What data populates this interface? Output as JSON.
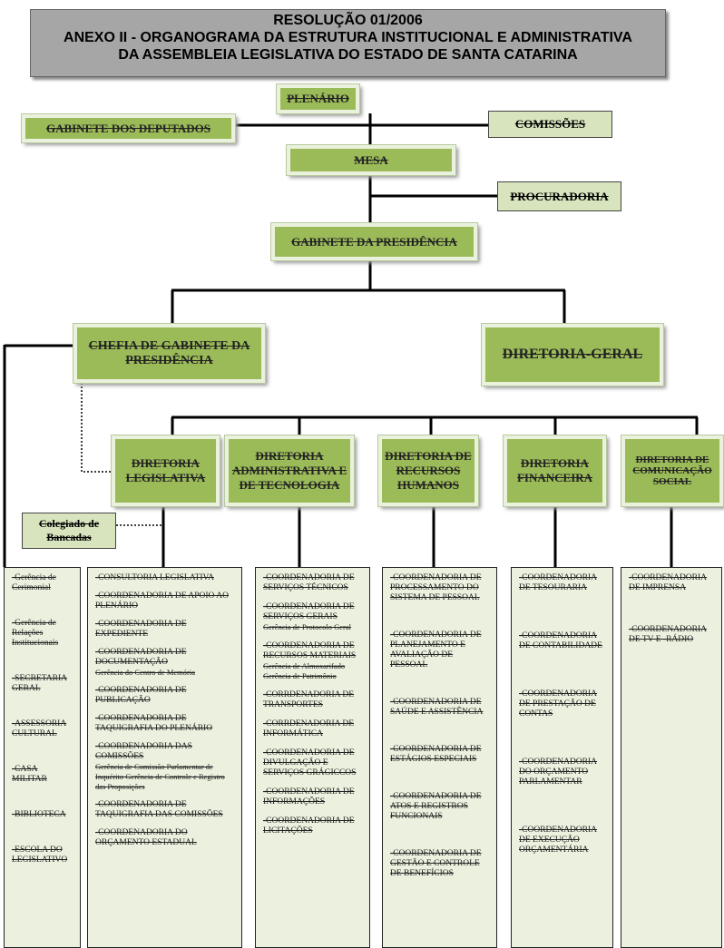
{
  "title": {
    "line1": "RESOLUÇÃO 01/2006",
    "line2": "ANEXO II - ORGANOGRAMA DA ESTRUTURA INSTITUCIONAL E ADMINISTRATIVA",
    "line3": "DA ASSEMBLEIA LEGISLATIVA DO ESTADO DE SANTA CATARINA"
  },
  "top": {
    "plenario": "PLENÁRIO",
    "gabinete_deputados": "GABINETE DOS DEPUTADOS",
    "comissoes": "COMISSÕES",
    "mesa": "MESA",
    "procuradoria": "PROCURADORIA",
    "gabinete_presidencia": "GABINETE DA PRESIDÊNCIA",
    "chefia": "CHEFIA DE GABINETE DA PRESIDÊNCIA",
    "diretoria_geral": "DIRETORIA-GERAL",
    "colegiado": "Colegiado de Bancadas"
  },
  "diretorias": [
    "DIRETORIA LEGISLATIVA",
    "DIRETORIA ADMINISTRATIVA E DE TECNOLOGIA",
    "DIRETORIA DE RECURSOS HUMANOS",
    "DIRETORIA FINANCEIRA",
    "DIRETORIA DE COMUNICAÇÃO SOCIAL"
  ],
  "columns": [
    [
      {
        "t": "-Gerência de Cerimonial"
      },
      {
        "t": "-Gerência de Relações Institucionais"
      },
      {
        "t": "-SECRETARIA GERAL"
      },
      {
        "t": "-ASSESSORIA CULTURAL"
      },
      {
        "t": "-CASA MILITAR"
      },
      {
        "t": "-BIBLIOTECA"
      },
      {
        "t": "-ESCOLA DO LEGISLATIVO"
      }
    ],
    [
      {
        "t": "-CONSULTORIA LEGISLATIVA"
      },
      {
        "t": "-COORDENADORIA DE APOIO AO PLENÁRIO"
      },
      {
        "t": "-COORDENADORIA DE EXPEDIENTE"
      },
      {
        "t": "-COORDENADORIA DE DOCUMENTAÇÃO",
        "s": "Gerência do Centro de Memória"
      },
      {
        "t": "-COORDENADORIA DE PUBLICAÇÃO"
      },
      {
        "t": "-COORDENADORIA DE TAQUIGRAFIA DO PLENÁRIO"
      },
      {
        "t": "-COORDENADORIA DAS COMISSÕES",
        "s": "Gerência de Comissão Parlamentar de Inquérito Gerência de Controle e Registro das Proposições"
      },
      {
        "t": "-COORDENADORIA DE TAQUIGRAFIA DAS COMISSÕES"
      },
      {
        "t": "-COORDENADORIA DO ORÇAMENTO ESTADUAL"
      }
    ],
    [
      {
        "t": "-COORDENADORIA DE SERVIÇOS TÉCNICOS"
      },
      {
        "t": "-COORDENADORIA DE SERVIÇOS GERAIS",
        "s": "Gerência de Protocolo Geral"
      },
      {
        "t": "-COORDENADORIA DE RECURSOS MATERIAIS",
        "s": "Gerência de Almoxarifado Gerência de Patrimônio"
      },
      {
        "t": "-CORRDENADORIA DE TRANSPORTES"
      },
      {
        "t": "-CORRDENADORIA DE INFORMÁTICA"
      },
      {
        "t": "-COORDENADORIA DE DIVULGAÇÃO E SERVIÇOS GRÁGICCOS"
      },
      {
        "t": "-COORDENADORIA DE INFORMAÇÕES"
      },
      {
        "t": "-COORDENADORIA DE LICITAÇÕES"
      }
    ],
    [
      {
        "t": "-COORDENADORIA DE PROCESSAMENTO DO SISTEMA DE PESSOAL"
      },
      {
        "t": "-COORDENADORIA DE PLANEJAMENTO E AVALIAÇÃO DE PESSOAL"
      },
      {
        "t": "-COORDENADORIA DE SAÚDE E ASSISTÊNCIA"
      },
      {
        "t": "-COORDENADORIA DE ESTÁGIOS ESPECIAIS"
      },
      {
        "t": "-COORDENADORIA DE ATOS E REGISTROS FUNCIONAIS"
      },
      {
        "t": "-COORDENADORIA DE GESTÃO E CONTROLE DE BENEFÍCIOS"
      }
    ],
    [
      {
        "t": "-COORDENADORIA DE TESOURARIA"
      },
      {
        "t": "-COORDENADORIA DE CONTABILIDADE"
      },
      {
        "t": "-COORDENADORIA DE PRESTAÇÃO DE CONTAS"
      },
      {
        "t": "-COORDENADORIA DO ORÇAMENTO PARLAMENTAR"
      },
      {
        "t": "-COORDENADORIA DE EXECUÇÃO ORÇAMENTÁRIA"
      }
    ],
    [
      {
        "t": "-COORDENADORIA DE IMPRENSA"
      },
      {
        "t": "-COORDENADORIA DE TV E -RÁDIO"
      }
    ]
  ],
  "colors": {
    "box_green": "#9bbb59",
    "light_green": "#d7e4bd",
    "column_bg": "#ebf1de",
    "title_gray": "#a6a6a6"
  }
}
